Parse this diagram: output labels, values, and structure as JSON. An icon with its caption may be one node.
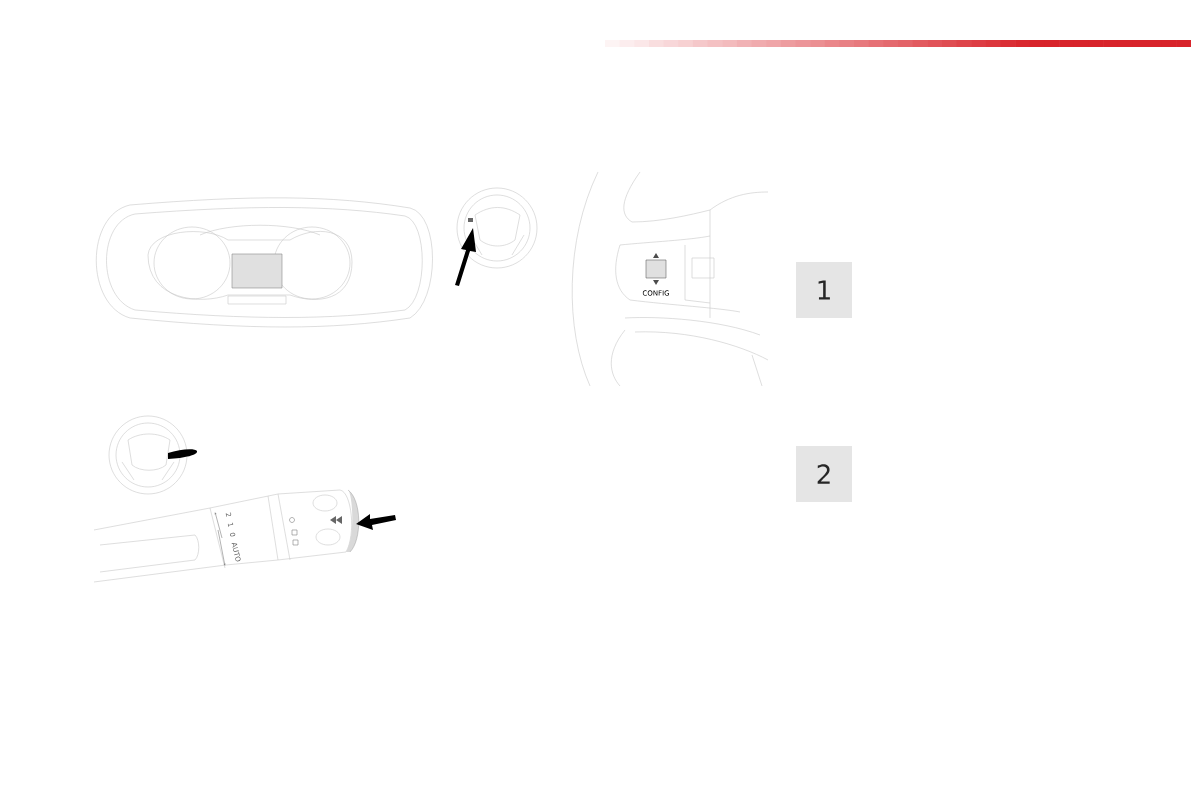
{
  "diagram": {
    "nodes": [
      {
        "text": [
          "1"
        ]
      },
      {
        "text": [
          "2"
        ]
      }
    ],
    "labels": [
      "CONFIG",
      "2",
      "1",
      "0",
      "AUTO"
    ]
  }
}
